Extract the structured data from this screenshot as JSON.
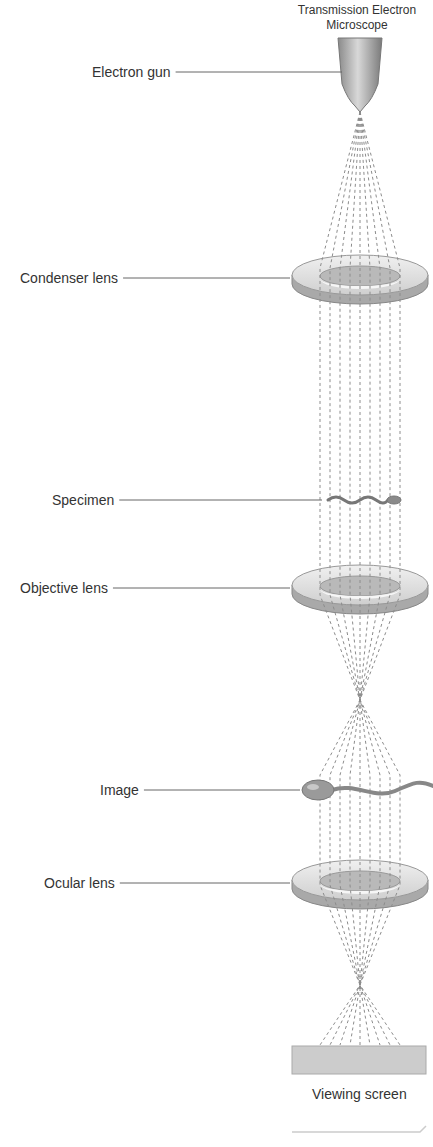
{
  "diagram": {
    "title": "Transmission Electron Microscope",
    "labels": [
      "Electron gun",
      "Condenser lens",
      "Specimen",
      "Objective lens",
      "Image",
      "Ocular lens",
      "Viewing screen"
    ]
  }
}
